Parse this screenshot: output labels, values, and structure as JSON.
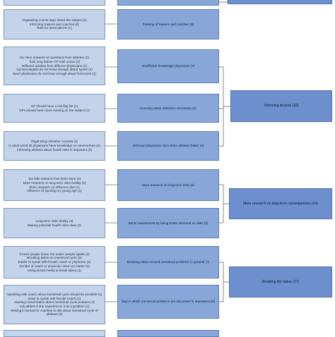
{
  "diagram": {
    "level1": [
      {
        "id": "l1-0",
        "text": ""
      },
      {
        "id": "l1-1",
        "text": "Organizing course days about the subject (2)\nInforming trainers and coaches (6)\nRole for associations (1)"
      },
      {
        "id": "l1-2",
        "text": "No clear answers on questions from athletes (2)\nTook long before GP took action (2)\nDifferent advises from different physicians (2)\nGynaecologists do not know enough about sports (1)\nSport physicians do not know enough about hormones (1)"
      },
      {
        "id": "l1-3",
        "text": "GP should have a red flag list (1)\nGPs should have more training on the subject (1)"
      },
      {
        "id": "l1-4",
        "text": "Organizing refresher courses (4)\nIn ideal world all physicians have knowledge on amenorrhea (2)\nInforming athletes about health risks is important (3)"
      },
      {
        "id": "l1-5",
        "text": "Too little research has been done (2)\nMore research on long-term risks fertility (5)\nMore research on influence diet (1)\nInfluence of sporting on young age (1)"
      },
      {
        "id": "l1-6",
        "text": "Long-term risks fertility (3)\nMaking potential health risks clear (2)"
      },
      {
        "id": "l1-7",
        "text": "If more people know, the easier people speak (2)\nBreaking taboo on menstrual cycle (9)\nEasier to speak with female coach or physician (3)\nGender of coach or physician does not matter (2)\nUsing social media to break taboo (1)"
      },
      {
        "id": "l1-8",
        "text": "Speaking with coach about menstrual cycle should be possible (1)\nEasy to speak with female coach (1)\nStarting conversation about menstrual cycle problem (1)\nAsk athlete if she experiences it as a problem (1)\nMaking it normal for coaches to talk about menstrual cycle of athletes (3)"
      },
      {
        "id": "l1-9",
        "text": ""
      }
    ],
    "level2": [
      {
        "id": "l2-0",
        "text": ""
      },
      {
        "id": "l2-1",
        "text": "Training of trainers and coaches (9)"
      },
      {
        "id": "l2-2",
        "text": "Insufficient knowledge physicians (7)"
      },
      {
        "id": "l2-3",
        "text": "Knowing when referral is necessary (2)"
      },
      {
        "id": "l2-4",
        "text": "Informed physicians can inform athletes better (9)"
      },
      {
        "id": "l2-5",
        "text": "More research on long-term risks (9)"
      },
      {
        "id": "l2-6",
        "text": "Better assessment by being better informed on risks (5)"
      },
      {
        "id": "l2-7",
        "text": "Breaking taboo around menstrual problems in general (7)"
      },
      {
        "id": "l2-8",
        "text": "Way in which menstrual problems are discussed is important (10)"
      },
      {
        "id": "l2-9",
        "text": ""
      }
    ],
    "level3": [
      {
        "id": "l3-0",
        "text": ""
      },
      {
        "id": "l3-1",
        "text": "Informing doctors (18)"
      },
      {
        "id": "l3-2",
        "text": "More research on long-term consequences (14)"
      },
      {
        "id": "l3-3",
        "text": "Breaking the taboo (17)"
      }
    ]
  }
}
